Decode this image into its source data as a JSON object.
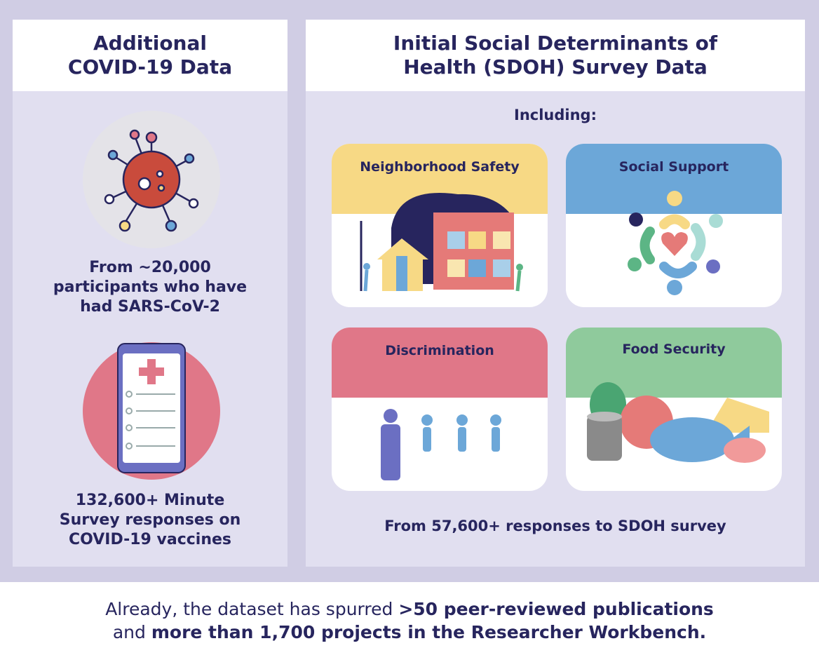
{
  "left": {
    "title_line1": "Additional",
    "title_line2": "COVID-19 Data",
    "stat1": [
      "From ~20,000",
      "participants who have",
      "had SARS-CoV-2"
    ],
    "stat2": [
      "132,600+ Minute",
      "Survey responses on",
      "COVID-19 vaccines"
    ]
  },
  "right": {
    "title_line1": "Initial Social Determinants of",
    "title_line2": "Health (SDOH) Survey Data",
    "including": "Including:",
    "cards": [
      {
        "label": "Neighborhood Safety",
        "color": "#f7d985"
      },
      {
        "label": "Social Support",
        "color": "#6ca7d8"
      },
      {
        "label": "Discrimination",
        "color": "#e07788"
      },
      {
        "label": "Food Security",
        "color": "#8fca9c"
      }
    ],
    "footer": "From 57,600+ responses to SDOH survey"
  },
  "footer": {
    "l1_plain": "Already, the dataset has spurred ",
    "l1_bold": ">50 peer-reviewed publications",
    "l2_plain": "and ",
    "l2_bold": "more than 1,700 projects in the Researcher Workbench."
  }
}
